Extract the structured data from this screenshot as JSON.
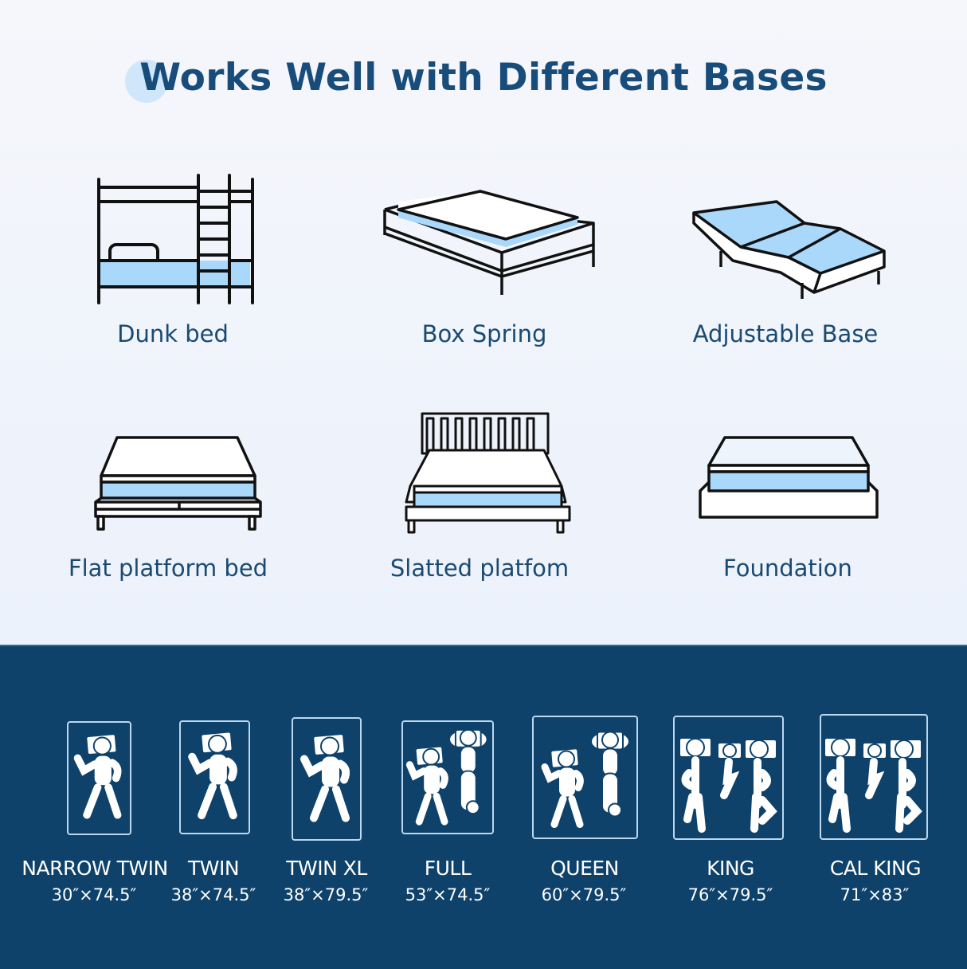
{
  "header": {
    "title": "Works Well with Different Bases"
  },
  "colors": {
    "title": "#174c7b",
    "label": "#1a4a72",
    "mattress_accent": "#a9d8fb",
    "bottom_panel": "#0e426a",
    "box_outline": "#bcd7ee"
  },
  "bases": [
    {
      "label": "Dunk bed",
      "icon": "bunk-bed-icon"
    },
    {
      "label": "Box Spring",
      "icon": "box-spring-icon"
    },
    {
      "label": "Adjustable Base",
      "icon": "adjustable-base-icon"
    },
    {
      "label": "Flat platform bed",
      "icon": "flat-platform-bed-icon"
    },
    {
      "label": "Slatted platfom",
      "icon": "slatted-platform-icon"
    },
    {
      "label": "Foundation",
      "icon": "foundation-icon"
    }
  ],
  "sizes": [
    {
      "name": "NARROW TWIN",
      "dims": "30″×74.5″",
      "sleepers": "one-sleeper-icon"
    },
    {
      "name": "TWIN",
      "dims": "38″×74.5″",
      "sleepers": "one-sleeper-icon"
    },
    {
      "name": "TWIN XL",
      "dims": "38″×79.5″",
      "sleepers": "one-sleeper-icon"
    },
    {
      "name": "FULL",
      "dims": "53″×74.5″",
      "sleepers": "two-sleepers-icon"
    },
    {
      "name": "QUEEN",
      "dims": "60″×79.5″",
      "sleepers": "two-sleepers-icon"
    },
    {
      "name": "KING",
      "dims": "76″×79.5″",
      "sleepers": "family-sleepers-icon"
    },
    {
      "name": "CAL KING",
      "dims": "71″×83″",
      "sleepers": "family-sleepers-icon"
    }
  ]
}
